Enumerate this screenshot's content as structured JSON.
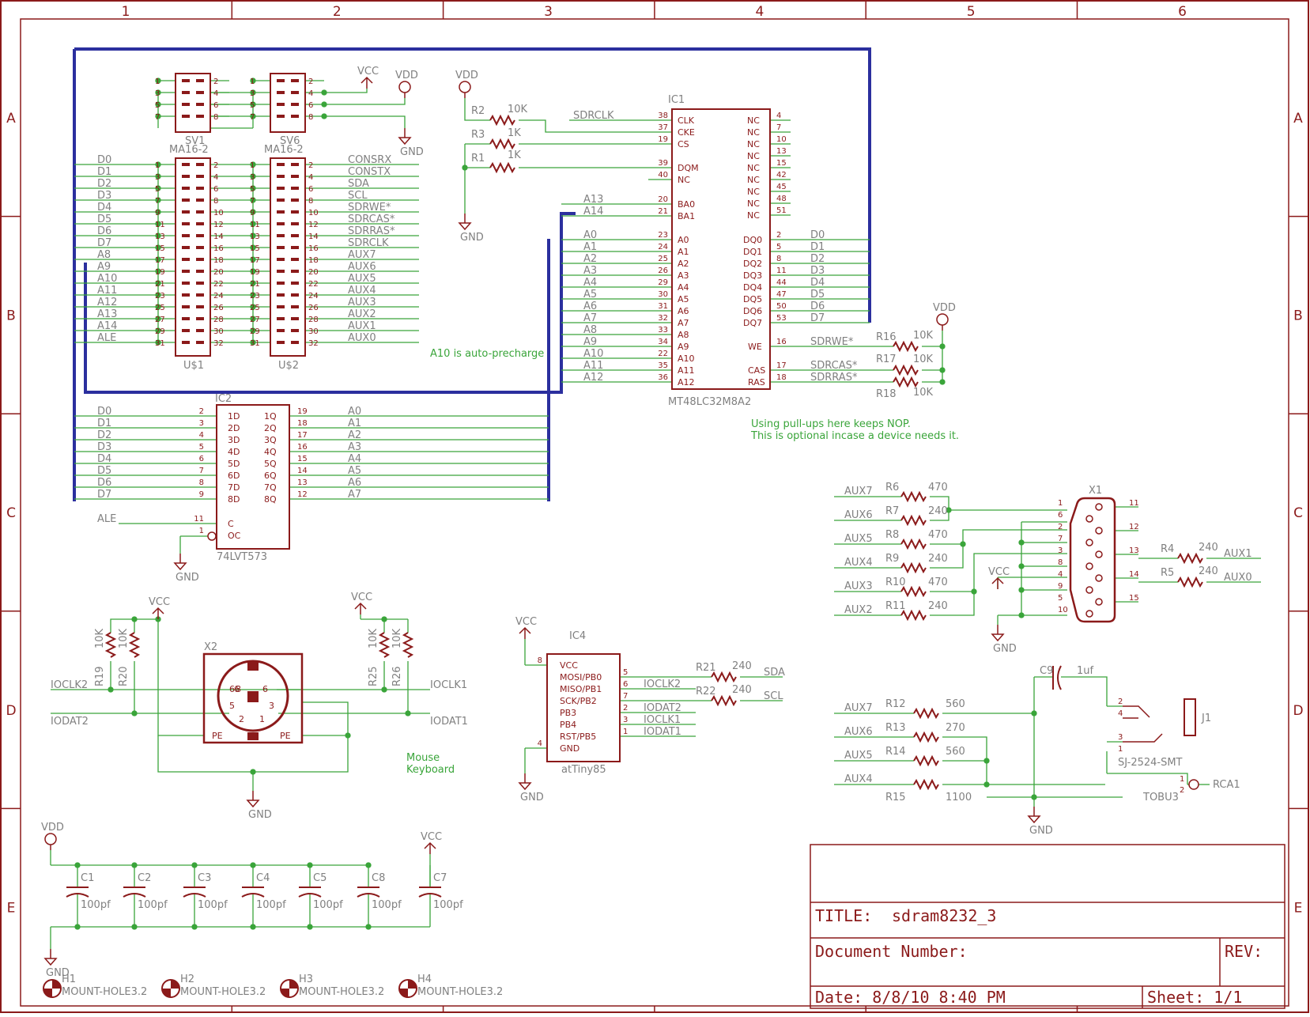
{
  "frame": {
    "columns": [
      "1",
      "2",
      "3",
      "4",
      "5",
      "6"
    ],
    "rows": [
      "A",
      "B",
      "C",
      "D",
      "E"
    ]
  },
  "title_block": {
    "title_label": "TITLE:",
    "title_value": "sdram8232_3",
    "doc_label": "Document Number:",
    "rev_label": "REV:",
    "date_text": "Date: 8/8/10 8:40 PM",
    "sheet_text": "Sheet: 1/1"
  },
  "notes": {
    "auto_precharge": "A10 is auto-precharge",
    "pullups_line1": "Using pull-ups here keeps NOP.",
    "pullups_line2": "This is optional incase a device needs it.",
    "mouse": "Mouse",
    "keyboard": "Keyboard"
  },
  "headers": {
    "sv1": {
      "name": "SV1",
      "value": "MA16-2"
    },
    "sv6": {
      "name": "SV6",
      "value": "MA16-2"
    },
    "u1": {
      "name": "U$1"
    },
    "u2": {
      "name": "U$2"
    },
    "left_nets": [
      "D0",
      "D1",
      "D2",
      "D3",
      "D4",
      "D5",
      "D6",
      "D7",
      "A8",
      "A9",
      "A10",
      "A11",
      "A12",
      "A13",
      "A14",
      "ALE"
    ],
    "right_nets": [
      "CONSRX",
      "CONSTX",
      "SDA",
      "SCL",
      "SDRWE*",
      "SDRCAS*",
      "SDRRAS*",
      "SDRCLK",
      "AUX7",
      "AUX6",
      "AUX5",
      "AUX4",
      "AUX3",
      "AUX2",
      "AUX1",
      "AUX0"
    ],
    "odd_pins": [
      "1",
      "3",
      "5",
      "7",
      "9",
      "11",
      "13",
      "15",
      "17",
      "19",
      "21",
      "23",
      "25",
      "27",
      "29",
      "31"
    ],
    "even_pins": [
      "2",
      "4",
      "6",
      "8",
      "10",
      "12",
      "14",
      "16",
      "18",
      "20",
      "22",
      "24",
      "26",
      "28",
      "30",
      "32"
    ]
  },
  "ic1": {
    "name": "IC1",
    "value": "MT48LC32M8A2",
    "left_pins": [
      {
        "label": "CLK",
        "num": "38",
        "net": "SDRCLK"
      },
      {
        "label": "CKE",
        "num": "37",
        "net": ""
      },
      {
        "label": "CS",
        "num": "19",
        "net": ""
      },
      {
        "label": "DQM",
        "num": "39",
        "net": ""
      },
      {
        "label": "NC",
        "num": "40",
        "net": ""
      },
      {
        "label": "BA0",
        "num": "20",
        "net": "A13"
      },
      {
        "label": "BA1",
        "num": "21",
        "net": "A14"
      },
      {
        "label": "A0",
        "num": "23",
        "net": "A0"
      },
      {
        "label": "A1",
        "num": "24",
        "net": "A1"
      },
      {
        "label": "A2",
        "num": "25",
        "net": "A2"
      },
      {
        "label": "A3",
        "num": "26",
        "net": "A3"
      },
      {
        "label": "A4",
        "num": "29",
        "net": "A4"
      },
      {
        "label": "A5",
        "num": "30",
        "net": "A5"
      },
      {
        "label": "A6",
        "num": "31",
        "net": "A6"
      },
      {
        "label": "A7",
        "num": "32",
        "net": "A7"
      },
      {
        "label": "A8",
        "num": "33",
        "net": "A8"
      },
      {
        "label": "A9",
        "num": "34",
        "net": "A9"
      },
      {
        "label": "A10",
        "num": "22",
        "net": "A10"
      },
      {
        "label": "A11",
        "num": "35",
        "net": "A11"
      },
      {
        "label": "A12",
        "num": "36",
        "net": "A12"
      }
    ],
    "right_nc": [
      {
        "label": "NC",
        "num": "4"
      },
      {
        "label": "NC",
        "num": "7"
      },
      {
        "label": "NC",
        "num": "10"
      },
      {
        "label": "NC",
        "num": "13"
      },
      {
        "label": "NC",
        "num": "15"
      },
      {
        "label": "NC",
        "num": "42"
      },
      {
        "label": "NC",
        "num": "45"
      },
      {
        "label": "NC",
        "num": "48"
      },
      {
        "label": "NC",
        "num": "51"
      }
    ],
    "right_dq": [
      {
        "label": "DQ0",
        "num": "2",
        "net": "D0"
      },
      {
        "label": "DQ1",
        "num": "5",
        "net": "D1"
      },
      {
        "label": "DQ2",
        "num": "8",
        "net": "D2"
      },
      {
        "label": "DQ3",
        "num": "11",
        "net": "D3"
      },
      {
        "label": "DQ4",
        "num": "44",
        "net": "D4"
      },
      {
        "label": "DQ5",
        "num": "47",
        "net": "D5"
      },
      {
        "label": "DQ6",
        "num": "50",
        "net": "D6"
      },
      {
        "label": "DQ7",
        "num": "53",
        "net": "D7"
      }
    ],
    "right_ctl": [
      {
        "label": "WE",
        "num": "16",
        "net": "SDRWE*"
      },
      {
        "label": "CAS",
        "num": "17",
        "net": "SDRCAS*"
      },
      {
        "label": "RAS",
        "num": "18",
        "net": "SDRRAS*"
      }
    ]
  },
  "ic2": {
    "name": "IC2",
    "value": "74LVT573",
    "in_nets": [
      "D0",
      "D1",
      "D2",
      "D3",
      "D4",
      "D5",
      "D6",
      "D7"
    ],
    "in_nums": [
      "2",
      "3",
      "4",
      "5",
      "6",
      "7",
      "8",
      "9"
    ],
    "in_labels": [
      "1D",
      "2D",
      "3D",
      "4D",
      "5D",
      "6D",
      "7D",
      "8D"
    ],
    "out_labels": [
      "1Q",
      "2Q",
      "3Q",
      "4Q",
      "5Q",
      "6Q",
      "7Q",
      "8Q"
    ],
    "out_nums": [
      "19",
      "18",
      "17",
      "16",
      "15",
      "14",
      "13",
      "12"
    ],
    "out_nets": [
      "A0",
      "A1",
      "A2",
      "A3",
      "A4",
      "A5",
      "A6",
      "A7"
    ],
    "c_label": "C",
    "c_num": "11",
    "c_net": "ALE",
    "oc_label": "OC",
    "oc_num": "1"
  },
  "ic4": {
    "name": "IC4",
    "value": "atTiny85",
    "pins": [
      {
        "label": "VCC",
        "num": "8"
      },
      {
        "label": "MOSI/PB0",
        "num": "5"
      },
      {
        "label": "MISO/PB1",
        "num": "6"
      },
      {
        "label": "SCK/PB2",
        "num": "7"
      },
      {
        "label": "PB3",
        "num": "2"
      },
      {
        "label": "PB4",
        "num": "3"
      },
      {
        "label": "RST/PB5",
        "num": "1"
      },
      {
        "label": "GND",
        "num": "4"
      }
    ],
    "nets": [
      "IOCLK2",
      "IODAT2",
      "IOCLK1",
      "IODAT1"
    ]
  },
  "resistors": {
    "r1": {
      "name": "R1",
      "value": "1K"
    },
    "r2": {
      "name": "R2",
      "value": "10K"
    },
    "r3": {
      "name": "R3",
      "value": "1K"
    },
    "r4": {
      "name": "R4",
      "value": "240"
    },
    "r5": {
      "name": "R5",
      "value": "240"
    },
    "r6": {
      "name": "R6",
      "value": "470"
    },
    "r7": {
      "name": "R7",
      "value": "240"
    },
    "r8": {
      "name": "R8",
      "value": "470"
    },
    "r9": {
      "name": "R9",
      "value": "240"
    },
    "r10": {
      "name": "R10",
      "value": "470"
    },
    "r11": {
      "name": "R11",
      "value": "240"
    },
    "r12": {
      "name": "R12",
      "value": "560"
    },
    "r13": {
      "name": "R13",
      "value": "270"
    },
    "r14": {
      "name": "R14",
      "value": "560"
    },
    "r15": {
      "name": "R15",
      "value": "1100"
    },
    "r16": {
      "name": "R16",
      "value": "10K"
    },
    "r17": {
      "name": "R17",
      "value": "10K"
    },
    "r18": {
      "name": "R18",
      "value": "10K"
    },
    "r19": {
      "name": "R19",
      "value": "10K"
    },
    "r20": {
      "name": "R20",
      "value": "10K"
    },
    "r21": {
      "name": "R21",
      "value": "240"
    },
    "r22": {
      "name": "R22",
      "value": "240"
    },
    "r25": {
      "name": "R25",
      "value": "10K"
    },
    "r26": {
      "name": "R26",
      "value": "10K"
    }
  },
  "capacitors": {
    "list": [
      {
        "name": "C1",
        "value": "100pf"
      },
      {
        "name": "C2",
        "value": "100pf"
      },
      {
        "name": "C3",
        "value": "100pf"
      },
      {
        "name": "C4",
        "value": "100pf"
      },
      {
        "name": "C5",
        "value": "100pf"
      },
      {
        "name": "C8",
        "value": "100pf"
      },
      {
        "name": "C7",
        "value": "100pf"
      }
    ],
    "c9": {
      "name": "C9",
      "value": "1uf"
    }
  },
  "connectors": {
    "x1": {
      "name": "X1"
    },
    "x2": {
      "name": "X2"
    },
    "j1": {
      "name": "J1",
      "value": "SJ-2524-SMT"
    },
    "rca1": {
      "name": "RCA1",
      "value": "TOBU3"
    }
  },
  "power": {
    "vcc": "VCC",
    "vdd": "VDD",
    "gnd": "GND"
  },
  "nets": {
    "sdrclk": "SDRCLK",
    "sdrwe": "SDRWE*",
    "sdrcas": "SDRCAS*",
    "sdrras": "SDRRAS*",
    "sda": "SDA",
    "scl": "SCL",
    "iodat2": "IODAT2",
    "ioclk2": "IOCLK2",
    "iodat1": "IODAT1",
    "ioclk1": "IOCLK1",
    "aux0": "AUX0",
    "aux1": "AUX1",
    "aux2": "AUX2",
    "aux3": "AUX3",
    "aux4": "AUX4",
    "aux5": "AUX5",
    "aux6": "AUX6",
    "aux7": "AUX7"
  },
  "mount_holes": [
    {
      "name": "H1",
      "value": "MOUNT-HOLE3.2"
    },
    {
      "name": "H2",
      "value": "MOUNT-HOLE3.2"
    },
    {
      "name": "H3",
      "value": "MOUNT-HOLE3.2"
    },
    {
      "name": "H4",
      "value": "MOUNT-HOLE3.2"
    }
  ],
  "colors": {
    "wire": "#3aa53a",
    "part": "#8b1a1a",
    "bus": "#2b2f9e",
    "label": "#808080"
  }
}
